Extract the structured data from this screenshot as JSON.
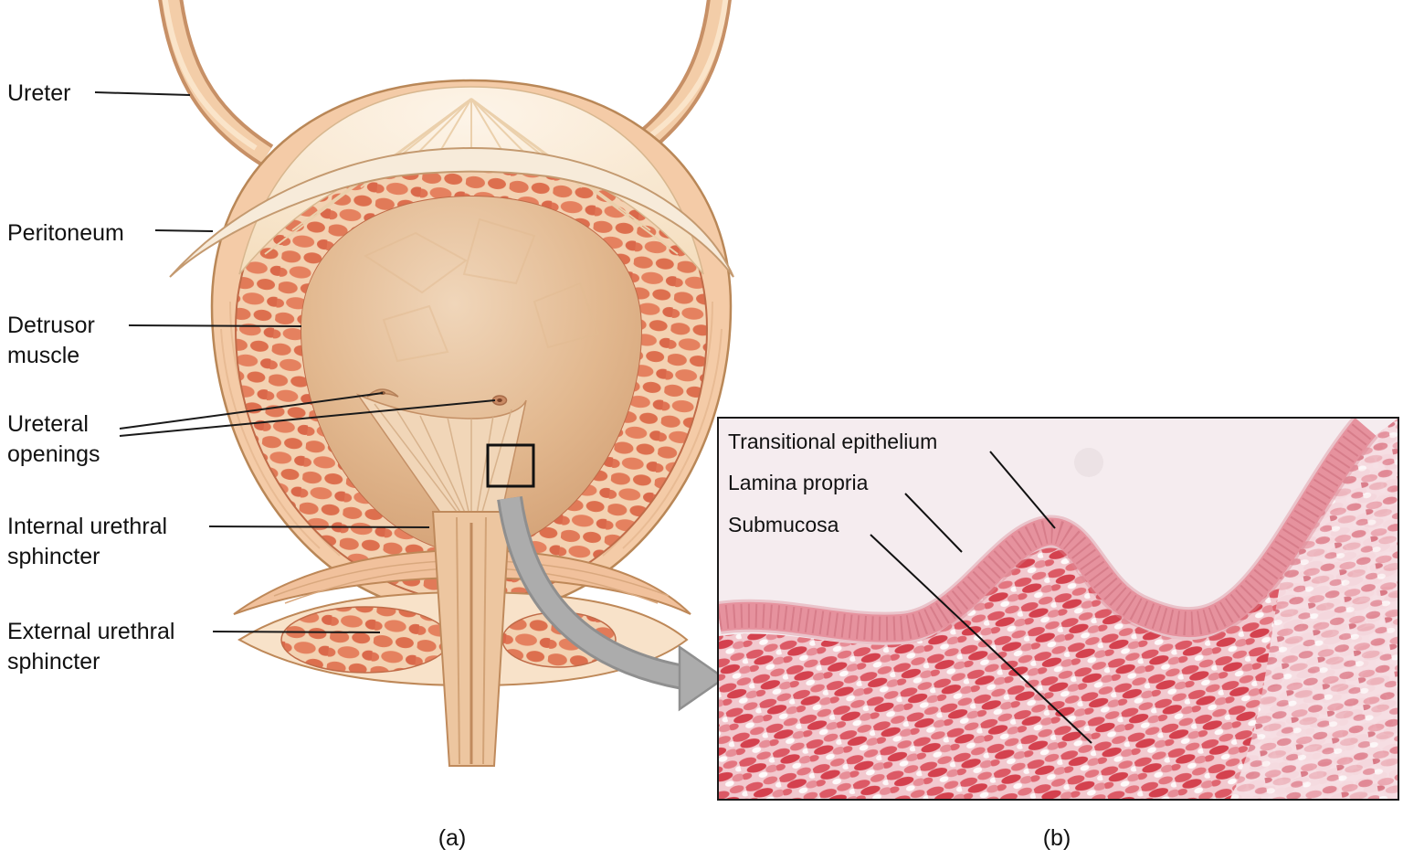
{
  "figure_type": "anatomy-diagram",
  "labels_left": {
    "ureter": "Ureter",
    "peritoneum": "Peritoneum",
    "detrusor_muscle": "Detrusor muscle",
    "ureteral_openings": "Ureteral openings",
    "internal_urethral_sphincter": "Internal urethral sphincter",
    "external_urethral_sphincter": "External urethral sphincter"
  },
  "micrograph": {
    "labels": {
      "transitional_epithelium": "Transitional epithelium",
      "lamina_propria": "Lamina propria",
      "submucosa": "Submucosa"
    }
  },
  "captions": {
    "a": "(a)",
    "b": "(b)"
  },
  "colors": {
    "background": "#ffffff",
    "outer_wall": "#f4cba7",
    "detrusor_red": "#e17a58",
    "dome_cream": "#fdf4e8",
    "peritoneum_cream": "#f7ebda",
    "lumen_tan": "#e2b88f",
    "micrograph_pale_pink": "#f5ecef",
    "micrograph_tissue_red": "#dc5965",
    "epithelium_pink": "#e6929e",
    "arrow_gray": "#acacac",
    "leader_line": "#1a1a1a"
  }
}
